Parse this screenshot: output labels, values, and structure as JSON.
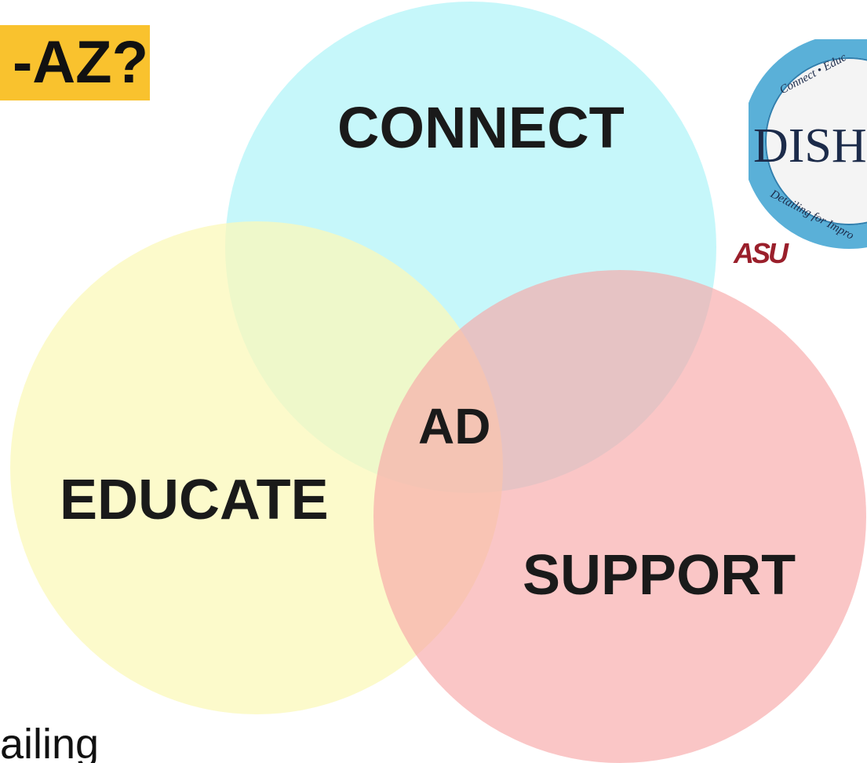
{
  "title": "-AZ?",
  "diagram": {
    "type": "venn",
    "circles": [
      {
        "label": "CONNECT",
        "color": "#b3f4f8"
      },
      {
        "label": "EDUCATE",
        "color": "#fbf8b9"
      },
      {
        "label": "SUPPORT",
        "color": "#f7a8a8"
      }
    ],
    "center_label": "AD"
  },
  "logo": {
    "name": "DISH",
    "ring_text": "Connect • Educ",
    "ring_text_bottom": "Detailing for Impro",
    "ring_color": "#5ab0d8",
    "asu_mark": "ASU"
  },
  "footer_text": "ailing"
}
